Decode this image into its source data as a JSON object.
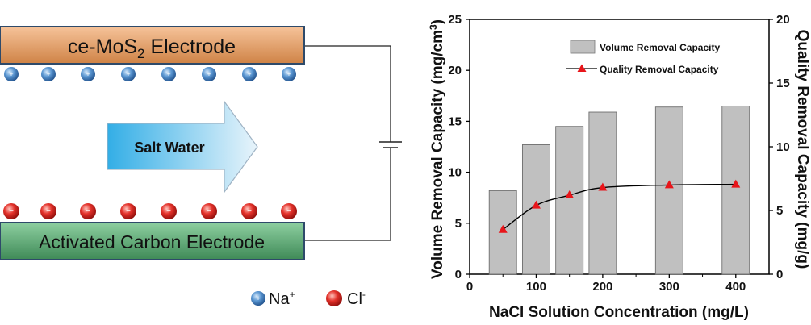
{
  "schematic": {
    "top_electrode": {
      "label_prefix": "ce-MoS",
      "label_sub1": "2",
      "label_suffix": " Electrode"
    },
    "bottom_electrode": {
      "label": "Activated Carbon Electrode"
    },
    "arrow": {
      "label": "Salt Water"
    },
    "cation_sign": "+",
    "anion_sign": "−",
    "legend": {
      "na_base": "Na",
      "na_sup": "+",
      "cl_base": "Cl",
      "cl_sup": "-"
    },
    "colors": {
      "top_electrode": "#e9a66b",
      "bottom_electrode": "#4f9a67",
      "cation": "#3a74b8",
      "anion": "#d4231d",
      "arrow": "#7fc8ef"
    }
  },
  "chart_data": {
    "type": "bar",
    "title": "",
    "xlabel": "NaCl Solution Concentration (mg/L)",
    "ylabel_left": "Volume Removal Capacity (mg/cm",
    "ylabel_left_sup": "3",
    "ylabel_left_end": ")",
    "ylabel_right": "Quality Removal Capacity (mg/g)",
    "x": [
      50,
      100,
      150,
      200,
      300,
      400
    ],
    "xlim": [
      0,
      450
    ],
    "xticks": [
      "0",
      "100",
      "200",
      "300",
      "400"
    ],
    "ylim_left": [
      0,
      25
    ],
    "yticks_left": [
      "0",
      "5",
      "10",
      "15",
      "20",
      "25"
    ],
    "ylim_right": [
      0,
      20
    ],
    "yticks_right": [
      "0",
      "5",
      "10",
      "15",
      "20"
    ],
    "grid": false,
    "legend_position": "top-right",
    "series": [
      {
        "name": "Volume Removal Capacity",
        "type": "bar",
        "axis": "left",
        "values": [
          8.2,
          12.7,
          14.5,
          15.9,
          16.4,
          16.5
        ],
        "color": "#c0c0c0"
      },
      {
        "name": "Quality Removal Capacity",
        "type": "line",
        "axis": "right",
        "values": [
          3.5,
          5.4,
          6.2,
          6.8,
          7.0,
          7.05
        ],
        "color": "#000000",
        "marker_color": "#e8151a"
      }
    ]
  }
}
